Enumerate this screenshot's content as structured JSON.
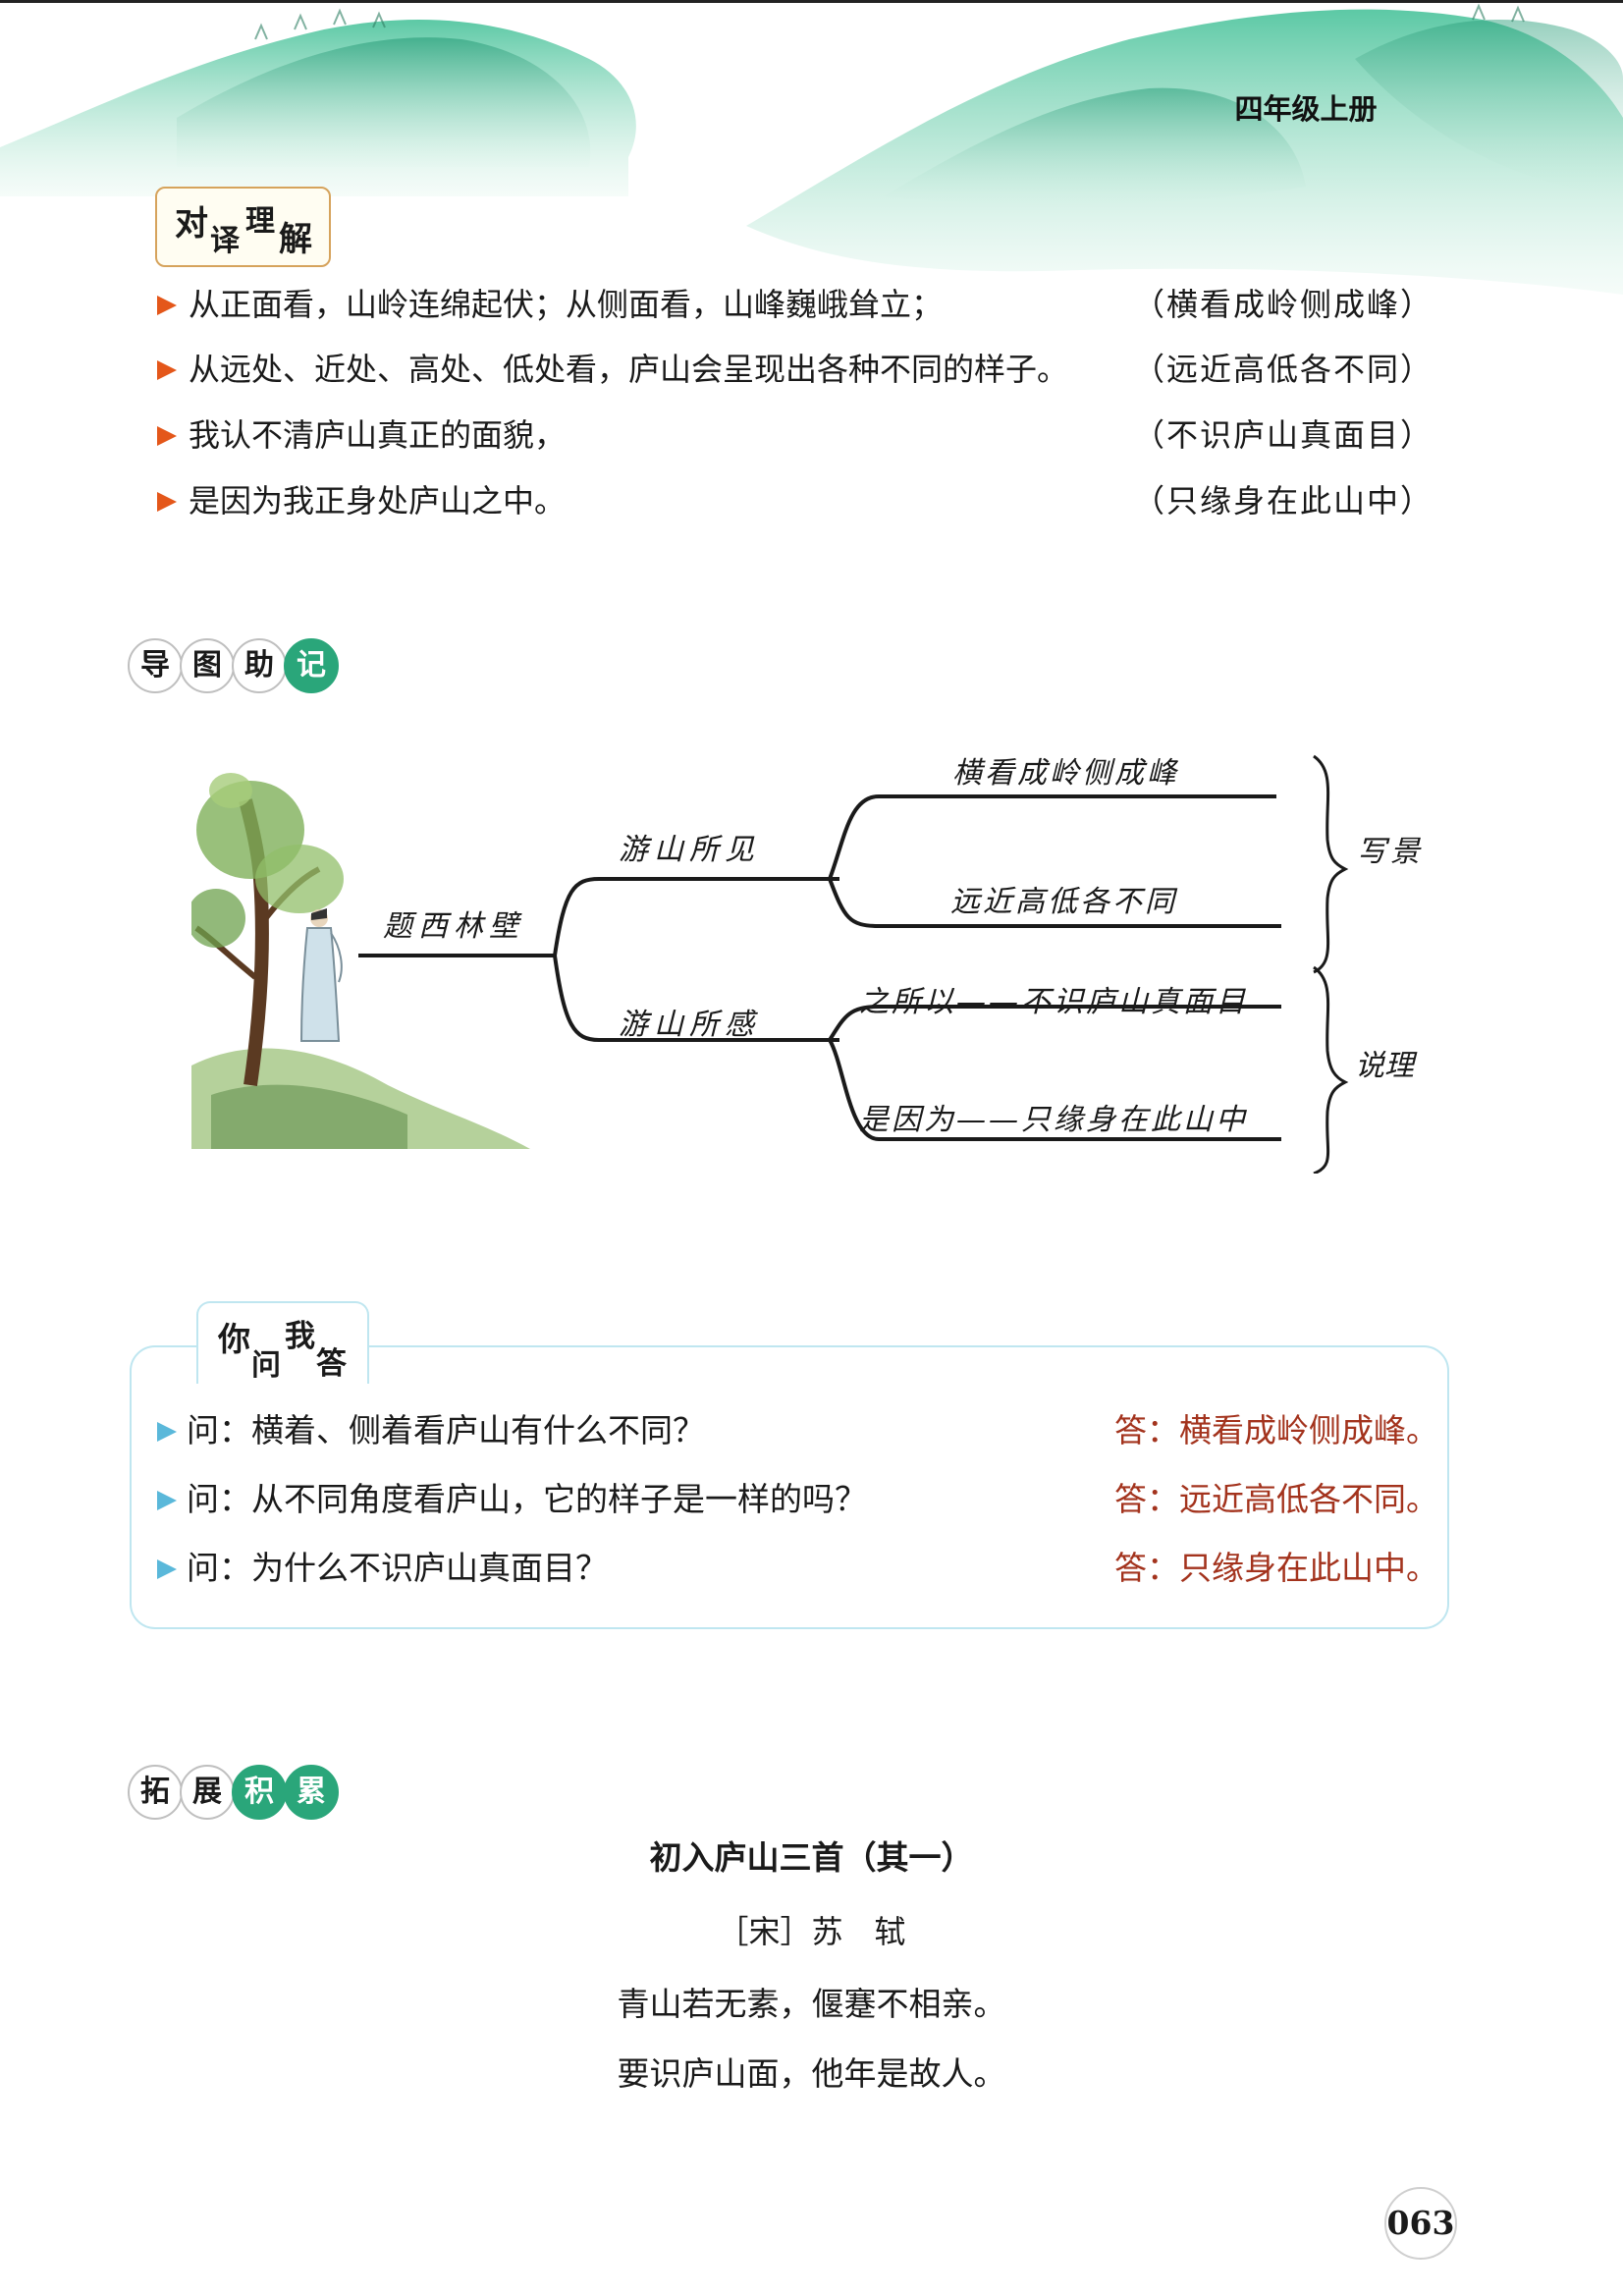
{
  "header": {
    "grade_label": "四年级上册"
  },
  "translation_section": {
    "title_chars": [
      "对",
      "译",
      "理",
      "解"
    ],
    "rows": [
      {
        "modern": "从正面看，山岭连绵起伏；从侧面看，山峰巍峨耸立；",
        "original": "（横看成岭侧成峰）"
      },
      {
        "modern": "从远处、近处、高处、低处看，庐山会呈现出各种不同的样子。",
        "original": "（远近高低各不同）"
      },
      {
        "modern": "我认不清庐山真正的面貌，",
        "original": "（不识庐山真面目）"
      },
      {
        "modern": "是因为我正身处庐山之中。",
        "original": "（只缘身在此山中）"
      }
    ]
  },
  "mindmap_section": {
    "title_chars": [
      "导",
      "图",
      "助",
      "记"
    ],
    "root": "题西林壁",
    "branch_seen": "游山所见",
    "branch_felt": "游山所感",
    "leaf_1": "横看成岭侧成峰",
    "leaf_2": "远近高低各不同",
    "leaf_3": "之所以——不识庐山真面目",
    "leaf_4": "是因为——只缘身在此山中",
    "group_scene": "写景",
    "group_reason": "说理"
  },
  "qa_section": {
    "title_chars": [
      "你",
      "问",
      "我",
      "答"
    ],
    "rows": [
      {
        "q": "问：横着、侧着看庐山有什么不同？",
        "a": "答：横看成岭侧成峰。"
      },
      {
        "q": "问：从不同角度看庐山，它的样子是一样的吗？",
        "a": "答：远近高低各不同。"
      },
      {
        "q": "问：为什么不识庐山真面目？",
        "a": "答：只缘身在此山中。"
      }
    ]
  },
  "extension_section": {
    "title_chars": [
      "拓",
      "展",
      "积",
      "累"
    ],
    "poem_title": "初入庐山三首（其一）",
    "poem_author": "［宋］苏　轼",
    "poem_line_1": "青山若无素，偃蹇不相亲。",
    "poem_line_2": "要识庐山面，他年是故人。"
  },
  "page_number": "063",
  "colors": {
    "accent_green": "#2aa67a",
    "bullet_orange": "#e4571a",
    "bullet_blue": "#5ab8da",
    "answer_red": "#a3331d"
  }
}
